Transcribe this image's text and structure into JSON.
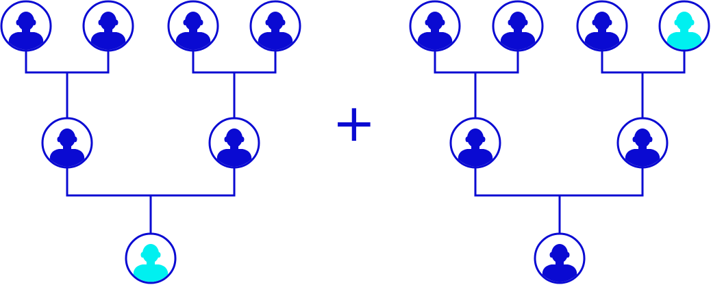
{
  "colors": {
    "line": "#0a0ad2",
    "person_normal": "#0a0ad2",
    "person_highlight": "#00f0f0",
    "background": "#ffffff"
  },
  "operator": "+",
  "icon": "person-icon",
  "trees": [
    {
      "name": "left-tree",
      "grandparents": [
        "normal",
        "normal",
        "normal",
        "normal"
      ],
      "parents": [
        "normal",
        "normal"
      ],
      "child": "highlight"
    },
    {
      "name": "right-tree",
      "grandparents": [
        "normal",
        "normal",
        "normal",
        "highlight"
      ],
      "parents": [
        "normal",
        "normal"
      ],
      "child": "normal"
    }
  ]
}
